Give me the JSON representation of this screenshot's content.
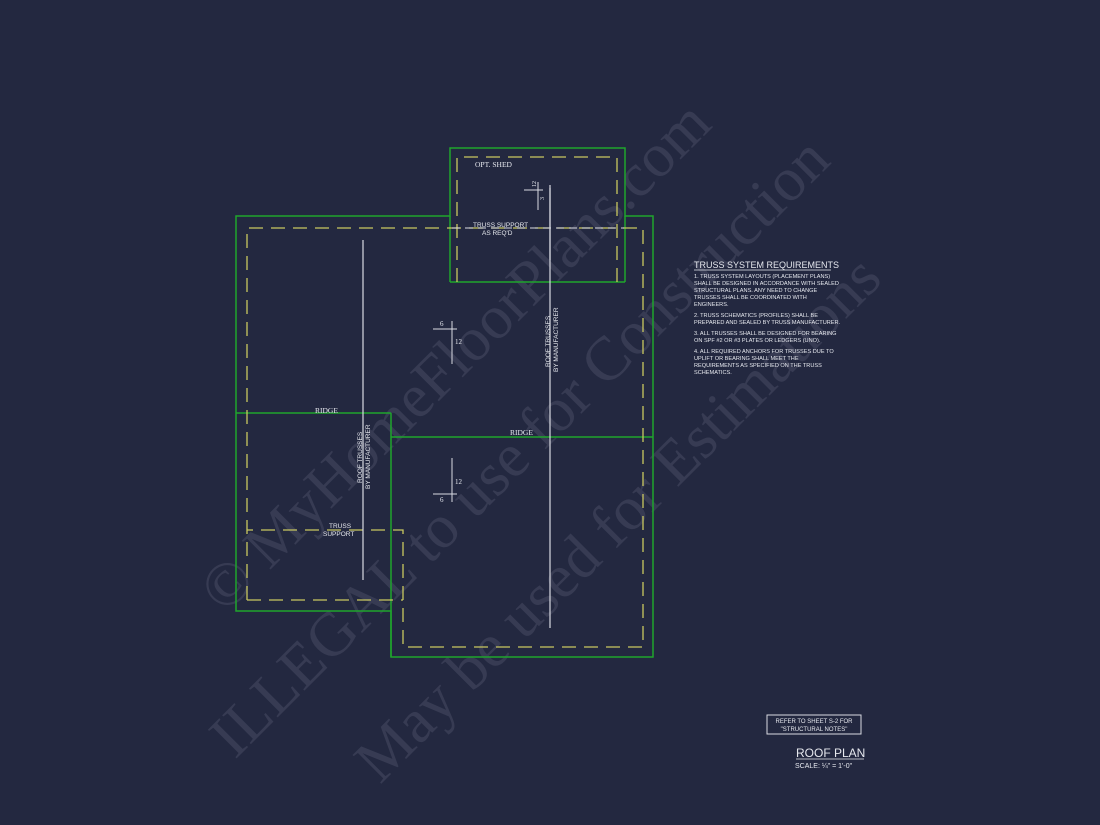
{
  "colors": {
    "background": "#232840",
    "outline": "#1fa52c",
    "dashed": "#c9c860",
    "linework": "#d8dae2"
  },
  "plan": {
    "shed_label": "OPT. SHED",
    "shed_slope": {
      "rise": "3",
      "run": "12"
    },
    "shed_support": [
      "TRUSS SUPPORT",
      "AS REQ'D"
    ],
    "slope_upper": {
      "rise": "6",
      "run": "12"
    },
    "slope_lower": {
      "rise": "6",
      "run": "12"
    },
    "ridge_left": "RIDGE",
    "ridge_right": "RIDGE",
    "trusses_right": [
      "ROOF TRUSSES",
      "BY MANUFACTURER"
    ],
    "trusses_left": [
      "ROOF TRUSSES",
      "BY MANUFACTURER"
    ],
    "truss_support": [
      "TRUSS",
      "SUPPORT"
    ]
  },
  "notes": {
    "title": "TRUSS SYSTEM REQUIREMENTS",
    "lines": [
      "1. TRUSS SYSTEM LAYOUTS (PLACEMENT PLANS)",
      "SHALL BE DESIGNED IN ACCORDANCE WITH SEALED",
      "STRUCTURAL PLANS. ANY NEED TO CHANGE",
      "TRUSSES SHALL BE COORDINATED WITH",
      "ENGINEERS.",
      "2. TRUSS SCHEMATICS (PROFILES) SHALL BE",
      "PREPARED AND SEALED BY TRUSS MANUFACTURER.",
      "3. ALL TRUSSES SHALL BE DESIGNED FOR BEARING",
      "ON SPF #2 OR #3 PLATES OR LEDGERS (UNO).",
      "4. ALL REQUIRED ANCHORS FOR TRUSSES DUE TO",
      "UPLIFT OR BEARING SHALL MEET THE",
      "REQUIREMENTS AS SPECIFIED ON THE TRUSS",
      "SCHEMATICS."
    ]
  },
  "reference": [
    "REFER TO SHEET S-2 FOR",
    "\"STRUCTURAL NOTES\""
  ],
  "title_block": {
    "title": "ROOF PLAN",
    "scale": "SCALE: ¼\" = 1'-0\""
  },
  "watermark": [
    "© MyHomeFloorPlans.com",
    "ILLEGAL to use for Construction",
    "May be used for Estimations"
  ]
}
